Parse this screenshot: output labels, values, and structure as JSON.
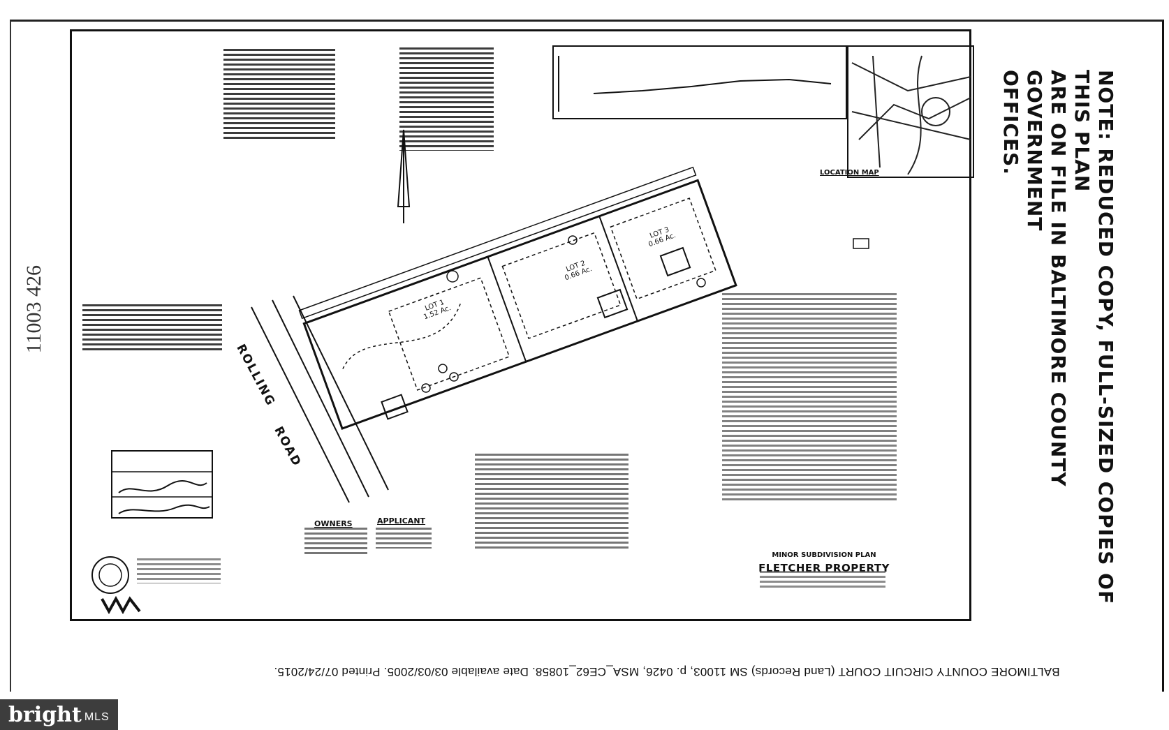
{
  "document": {
    "note": [
      "NOTE: REDUCED COPY, FULL-SIZED COPIES OF THIS PLAN",
      "ARE ON FILE IN BALTIMORE COUNTY GOVERNMENT",
      "OFFICES."
    ],
    "footer": "BALTIMORE COUNTY CIRCUIT COURT (Land Records) SM 11003, p. 0426, MSA_CE62_10858. Date available 03/03/2005. Printed 07/24/2015.",
    "stamp_number": "11003 426",
    "title_small": "MINOR SUBDIVISION PLAN",
    "title_main": "FLETCHER PROPERTY",
    "road_words": [
      "ROLLING",
      "ROAD"
    ],
    "headings": {
      "owners": "OWNERS",
      "applicant": "APPLICANT",
      "location_map": "LOCATION MAP"
    },
    "lots": [
      {
        "name": "LOT 1",
        "area": "1.52 Ac."
      },
      {
        "name": "LOT 2",
        "area": "0.66 Ac."
      },
      {
        "name": "LOT 3",
        "area": "0.66 Ac."
      }
    ],
    "colors": {
      "ink": "#111111",
      "paper": "#ffffff",
      "logo_bg": "#3d3d3d"
    }
  },
  "watermark": {
    "brand": "bright",
    "suffix": "MLS"
  }
}
